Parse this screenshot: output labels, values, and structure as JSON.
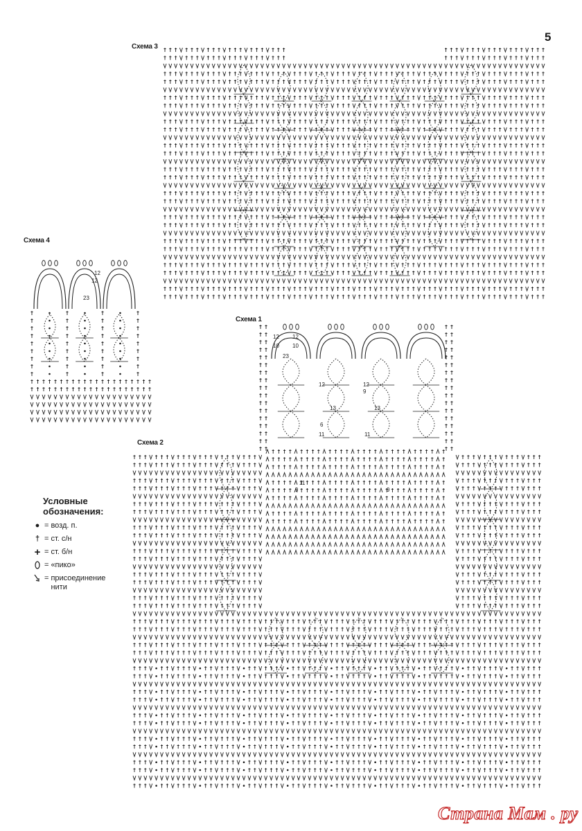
{
  "page_number": "5",
  "schemes": {
    "s1": "Схема 1",
    "s2": "Схема 2",
    "s3": "Схема 3",
    "s4": "Схема 4"
  },
  "legend": {
    "title_line1": "Условные",
    "title_line2": "обозначения:",
    "items": [
      {
        "icon": "dot-icon",
        "text": "возд. п."
      },
      {
        "icon": "dagger-icon",
        "text": "ст. с/н"
      },
      {
        "icon": "plus-icon",
        "text": "ст. б/н"
      },
      {
        "icon": "oval-icon",
        "text": "«пико»"
      },
      {
        "icon": "hook-arrow-icon",
        "text": "присоединение нити"
      }
    ]
  },
  "row_counts": {
    "s4": [
      "12",
      "12",
      "23"
    ],
    "s1_top": [
      "12",
      "12",
      "10",
      "10",
      "23"
    ],
    "s1_mid": [
      "12",
      "12",
      "9",
      "13",
      "13",
      "6",
      "11",
      "11"
    ],
    "s1_low": [
      "11",
      "9",
      "9"
    ]
  },
  "watermark": "Страна Мам . ру"
}
